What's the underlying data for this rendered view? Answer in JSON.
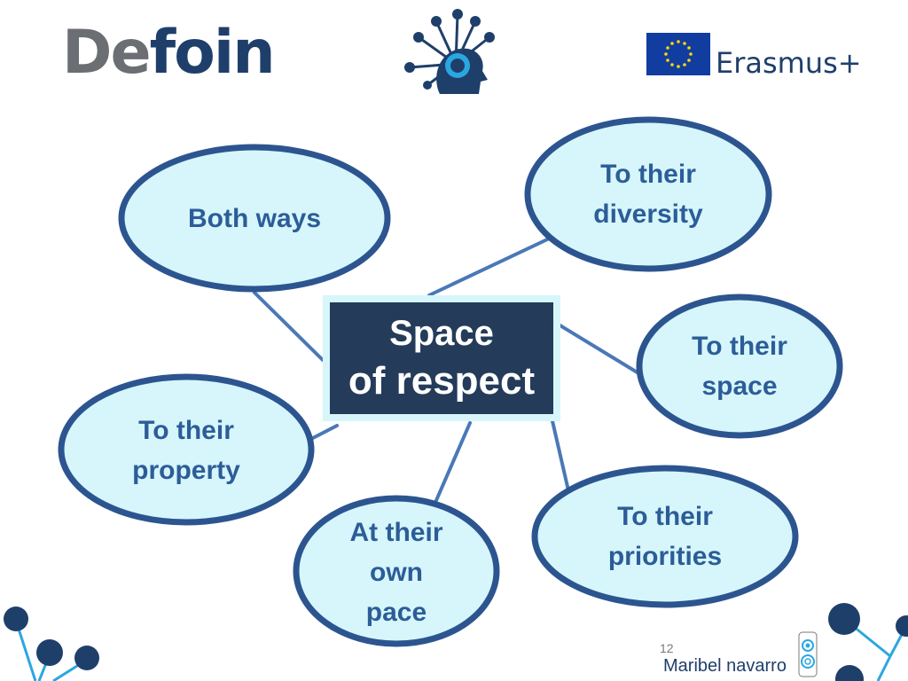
{
  "header": {
    "defoin_logo": {
      "part1": "De",
      "part2": "foin"
    },
    "erasmus_logo": {
      "text": "Erasmus+"
    }
  },
  "diagram": {
    "center": {
      "line1": "Space",
      "line2": "of respect"
    },
    "nodes": [
      {
        "id": "both-ways",
        "lines": [
          "Both ways"
        ]
      },
      {
        "id": "diversity",
        "lines": [
          "To their",
          "diversity"
        ]
      },
      {
        "id": "space",
        "lines": [
          "To their",
          "space"
        ]
      },
      {
        "id": "property",
        "lines": [
          "To their",
          "property"
        ]
      },
      {
        "id": "priorities",
        "lines": [
          "To their",
          "priorities"
        ]
      },
      {
        "id": "own-pace",
        "lines": [
          "At their",
          "own",
          "pace"
        ]
      }
    ]
  },
  "footer": {
    "page_number": "12",
    "author": "Maribel navarro"
  },
  "colors": {
    "bubble_fill": "#d6f6fb",
    "bubble_border": "#2c5590",
    "center_fill": "#243b5a",
    "text": "#2c5d98"
  }
}
